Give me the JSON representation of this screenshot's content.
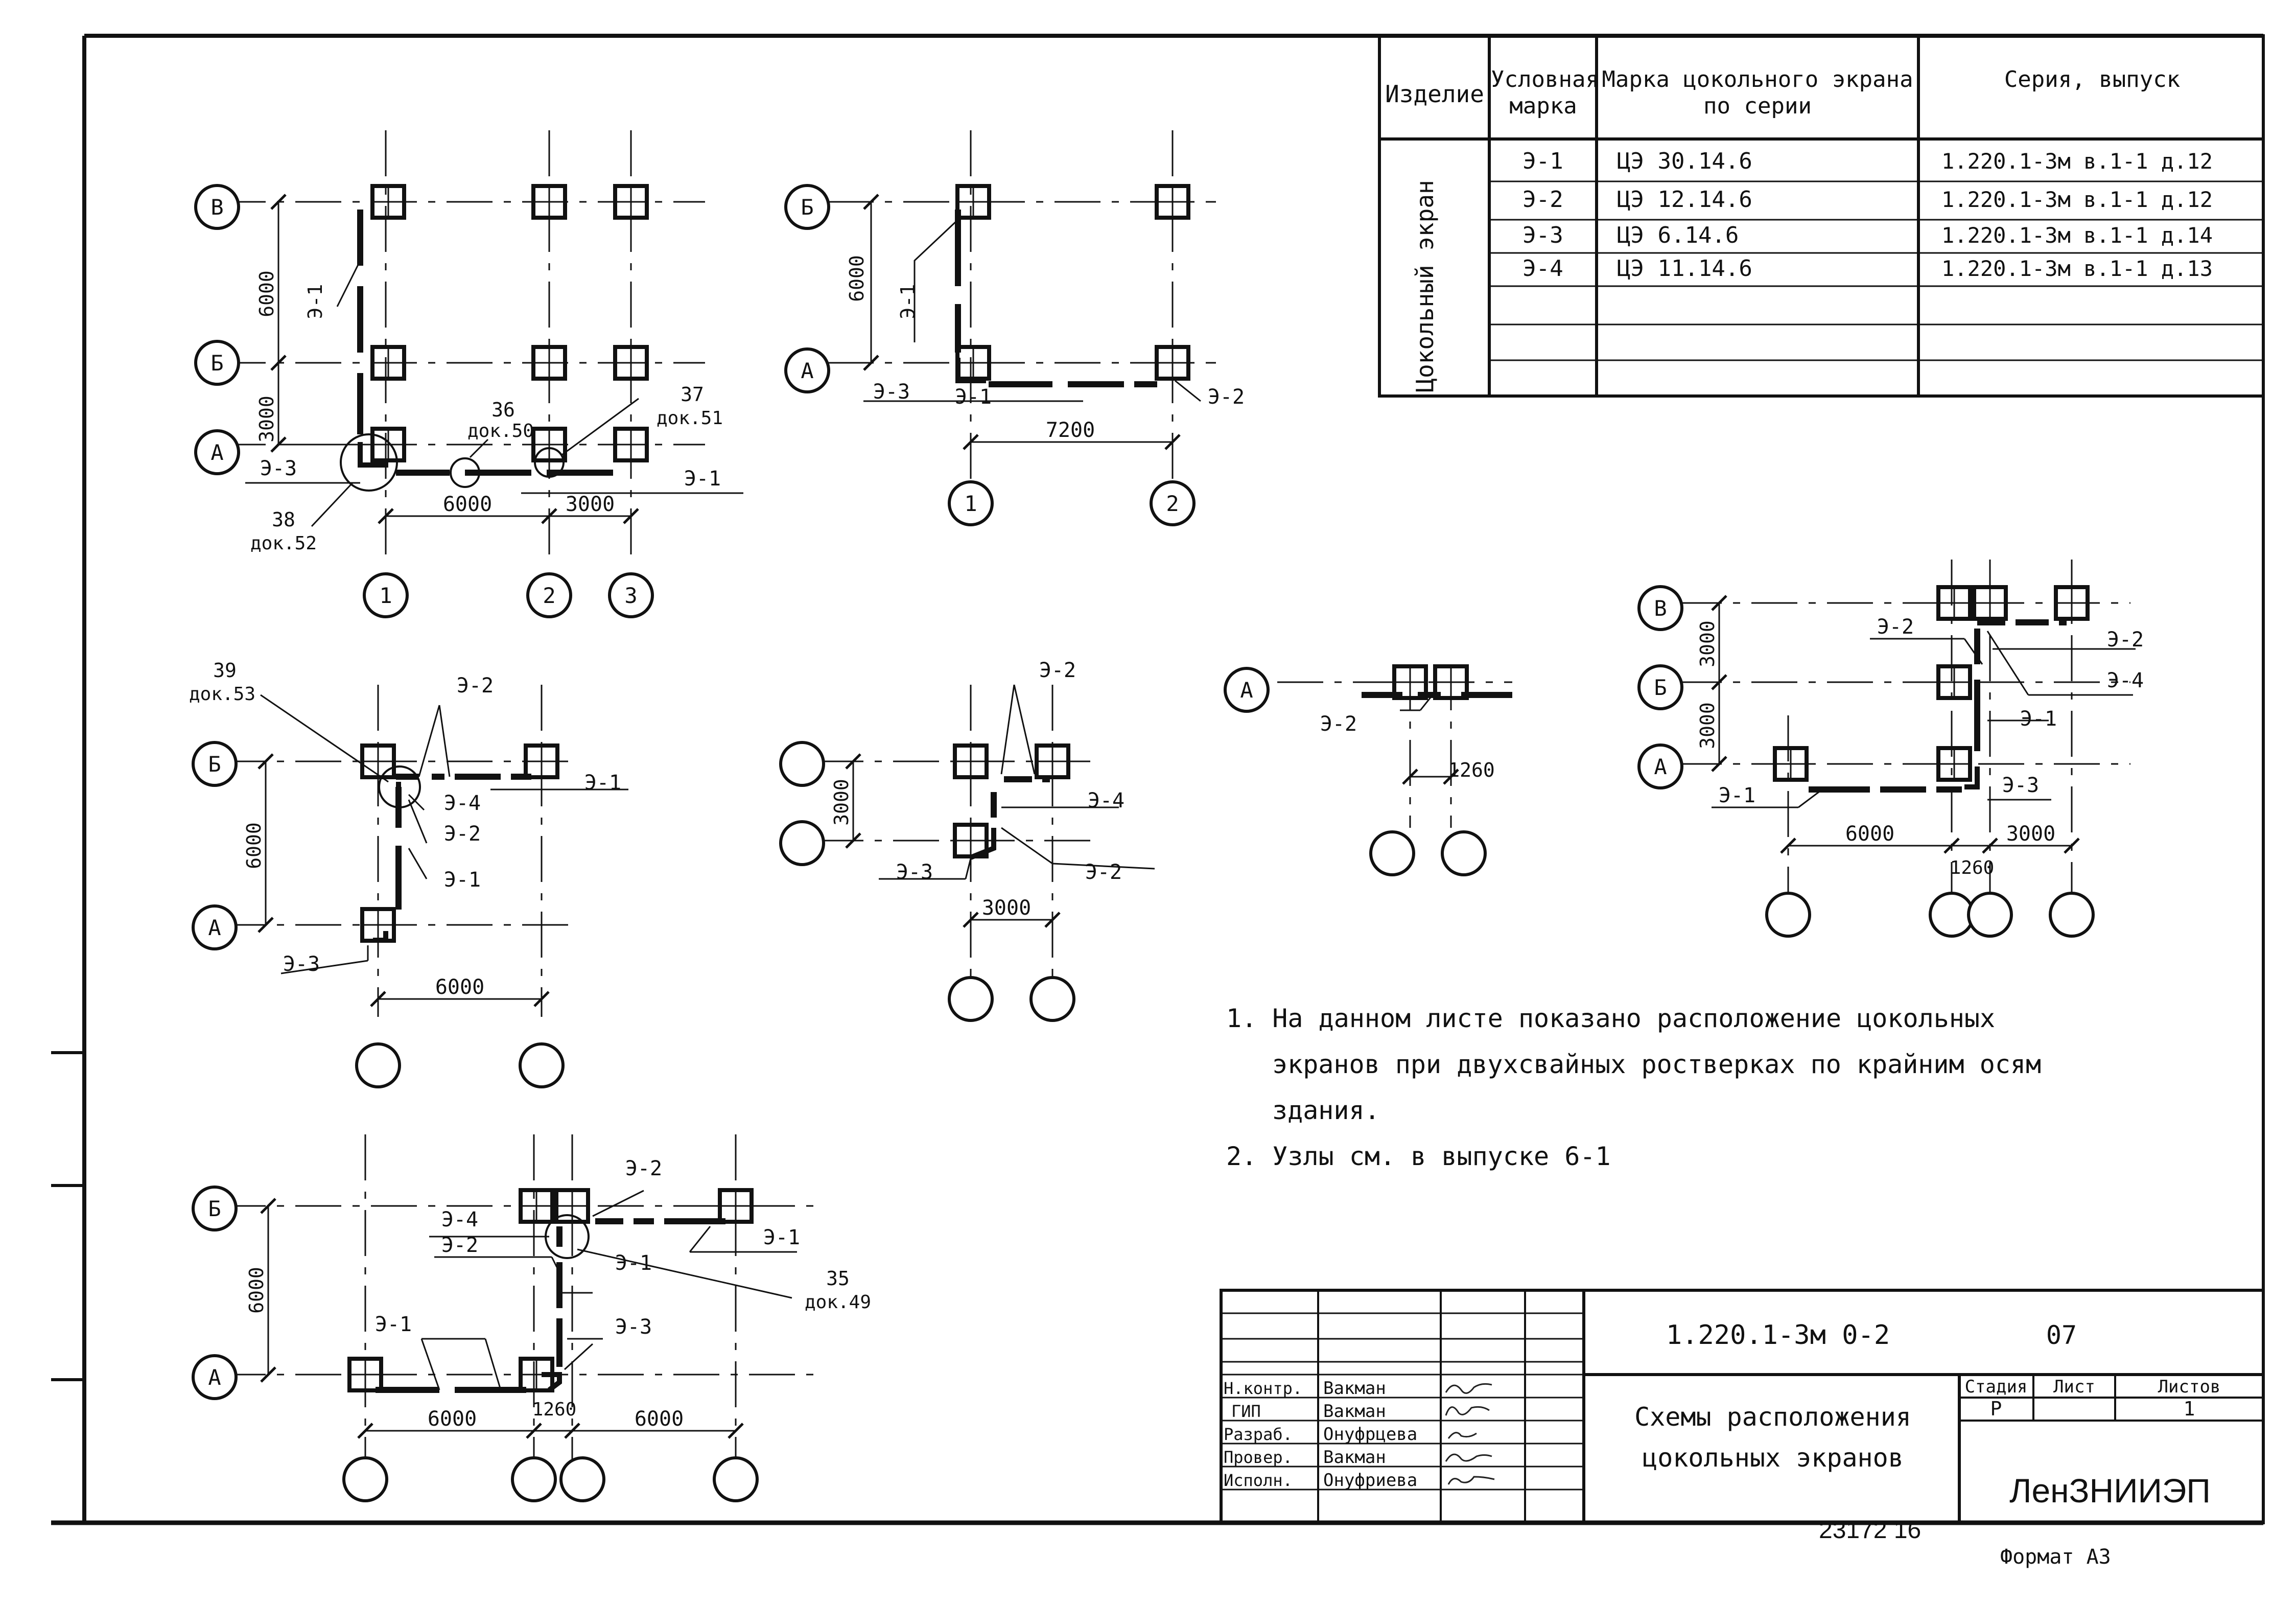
{
  "spec_table": {
    "headers": [
      "Изделие",
      "Условная марка",
      "Марка цокольного экрана по серии",
      "Серия, выпуск"
    ],
    "product": "Цокольный экран",
    "rows": [
      {
        "mark": "Э-1",
        "brand": "ЦЭ 30.14.6",
        "series": "1.220.1-3м в.1-1 д.12"
      },
      {
        "mark": "Э-2",
        "brand": "ЦЭ 12.14.6",
        "series": "1.220.1-3м в.1-1 д.12"
      },
      {
        "mark": "Э-3",
        "brand": "ЦЭ 6.14.6",
        "series": "1.220.1-3м в.1-1 д.14"
      },
      {
        "mark": "Э-4",
        "brand": "ЦЭ 11.14.6",
        "series": "1.220.1-3м в.1-1 д.13"
      }
    ]
  },
  "schemes": {
    "s1": {
      "axes": [
        "В",
        "Б",
        "А",
        "1",
        "2",
        "3"
      ],
      "dims": [
        "6000",
        "3000",
        "6000",
        "3000"
      ],
      "marks": [
        "Э-1",
        "Э-3",
        "Э-1"
      ],
      "nodes": [
        {
          "num": "36",
          "doc": "док.50"
        },
        {
          "num": "37",
          "doc": "док.51"
        },
        {
          "num": "38",
          "doc": "док.52"
        }
      ]
    },
    "s2": {
      "axes": [
        "Б",
        "А",
        "1",
        "2"
      ],
      "dims": [
        "6000",
        "7200"
      ],
      "marks": [
        "Э-1",
        "Э-3",
        "Э-1",
        "Э-2"
      ]
    },
    "s3": {
      "axes": [
        "Б",
        "А"
      ],
      "dims": [
        "6000",
        "6000"
      ],
      "marks": [
        "Э-2",
        "Э-1",
        "Э-4",
        "Э-2",
        "Э-1",
        "Э-3"
      ],
      "node": {
        "num": "39",
        "doc": "док.53"
      }
    },
    "s4": {
      "dims": [
        "3000",
        "3000"
      ],
      "marks": [
        "Э-2",
        "Э-4",
        "Э-3",
        "Э-2"
      ]
    },
    "s5": {
      "axes": [
        "А"
      ],
      "dims": [
        "1260"
      ],
      "marks": [
        "Э-2"
      ]
    },
    "s6": {
      "axes": [
        "В",
        "Б",
        "А"
      ],
      "dims": [
        "3000",
        "3000",
        "6000",
        "1260",
        "3000"
      ],
      "marks": [
        "Э-2",
        "Э-2",
        "Э-4",
        "Э-1",
        "Э-1",
        "Э-3"
      ]
    },
    "s7": {
      "axes": [
        "Б",
        "А"
      ],
      "dims": [
        "6000",
        "6000",
        "1260",
        "6000"
      ],
      "marks": [
        "Э-2",
        "Э-4",
        "Э-2",
        "Э-1",
        "Э-1",
        "Э-1",
        "Э-3"
      ],
      "node": {
        "num": "35",
        "doc": "док.49"
      }
    }
  },
  "notes": [
    "1. На данном листе показано расположение цокольных",
    "экранов при двухсвайных ростверках по крайним осям",
    "здания.",
    "2. Узлы см. в выпуске 6-1"
  ],
  "title_block": {
    "code": "1.220.1-3м 0-2",
    "sheet_code": "07",
    "title_line1": "Схемы расположения",
    "title_line2": "цокольных экранов",
    "stage_label": "Стадия",
    "sheet_label": "Лист",
    "sheets_label": "Листов",
    "stage": "Р",
    "sheets": "1",
    "org": "ЛенЗНИИЭП",
    "staff": [
      {
        "role": "Н.контр.",
        "name": "Вакман"
      },
      {
        "role": "ГИП",
        "name": "Вакман"
      },
      {
        "role": "Разраб.",
        "name": "Онуфрцева"
      },
      {
        "role": "Провер.",
        "name": "Вакман"
      },
      {
        "role": "Исполн.",
        "name": "Онуфриева"
      }
    ]
  },
  "inventory_no": "23172 16",
  "format": "Формат А3"
}
